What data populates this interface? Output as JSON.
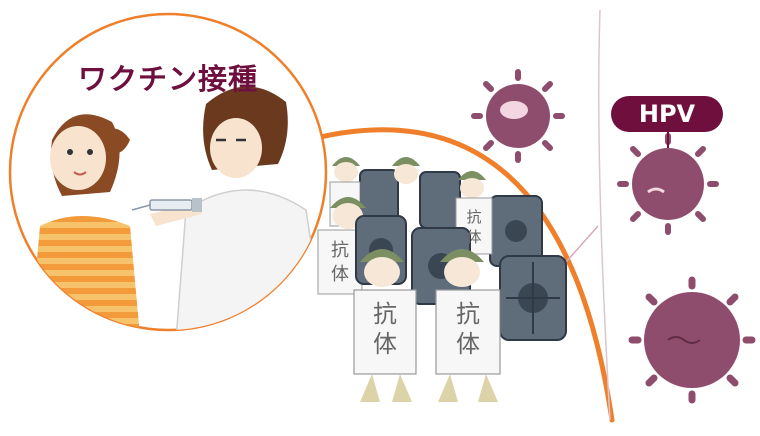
{
  "vaccination": {
    "title": "ワクチン接種"
  },
  "virus": {
    "label": "HPV"
  },
  "soldiers": {
    "sign_char_1": "抗",
    "sign_char_2": "体"
  },
  "colors": {
    "arc": "#ef7f2a",
    "virus": "#8e4d6c",
    "virus_dark": "#5f2b45",
    "badge": "#6e0f3d",
    "shield": "#5f6c7a",
    "helmet": "#7b8f63"
  }
}
